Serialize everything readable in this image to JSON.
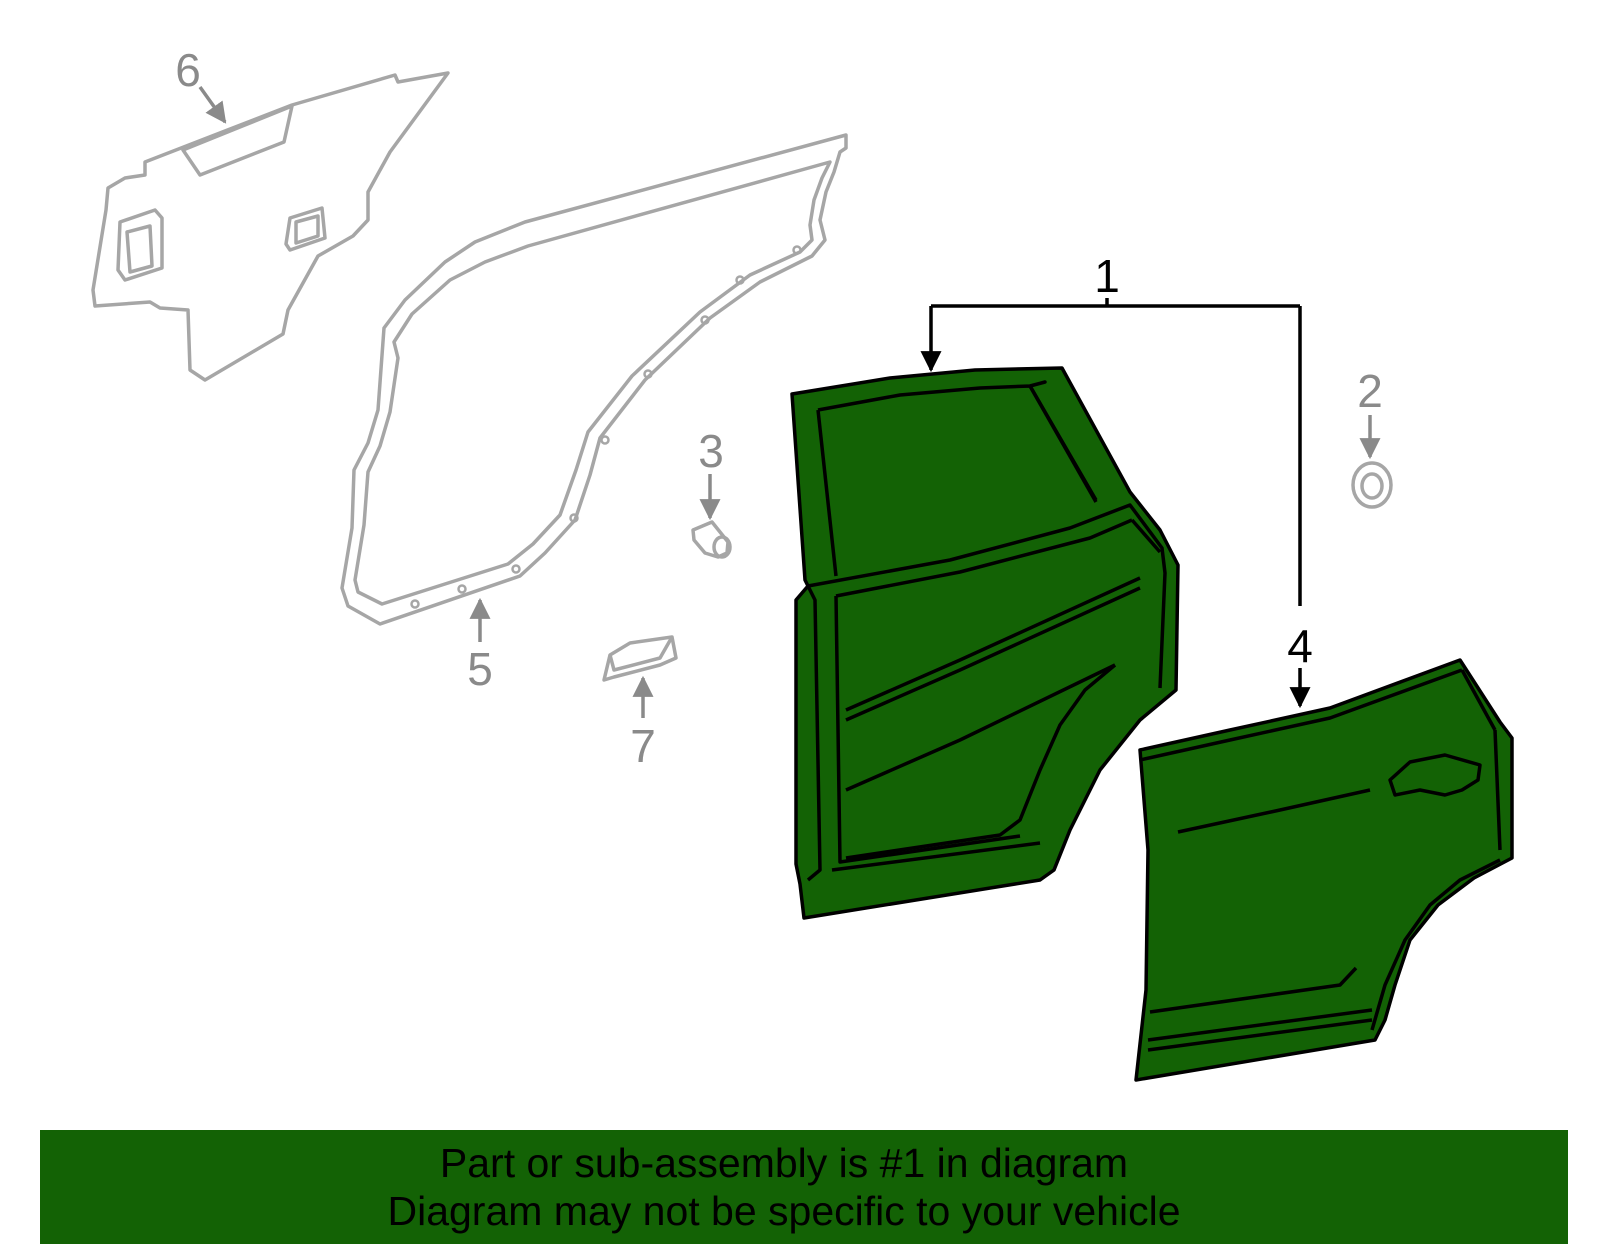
{
  "diagram": {
    "callouts": [
      {
        "id": "1",
        "label": "1",
        "color": "#000000"
      },
      {
        "id": "2",
        "label": "2",
        "color": "#8a8a8a"
      },
      {
        "id": "3",
        "label": "3",
        "color": "#8a8a8a"
      },
      {
        "id": "4",
        "label": "4",
        "color": "#000000"
      },
      {
        "id": "5",
        "label": "5",
        "color": "#8a8a8a"
      },
      {
        "id": "6",
        "label": "6",
        "color": "#8a8a8a"
      },
      {
        "id": "7",
        "label": "7",
        "color": "#8a8a8a"
      }
    ],
    "highlighted_part": "1",
    "colors": {
      "highlight_fill": "#136205",
      "highlight_stroke": "#000000",
      "ghost_stroke": "#a6a6a6",
      "banner_bg": "#136205"
    }
  },
  "footer": {
    "line1": "Part or sub-assembly is #1 in diagram",
    "line2": "Diagram may not be specific to your vehicle"
  }
}
